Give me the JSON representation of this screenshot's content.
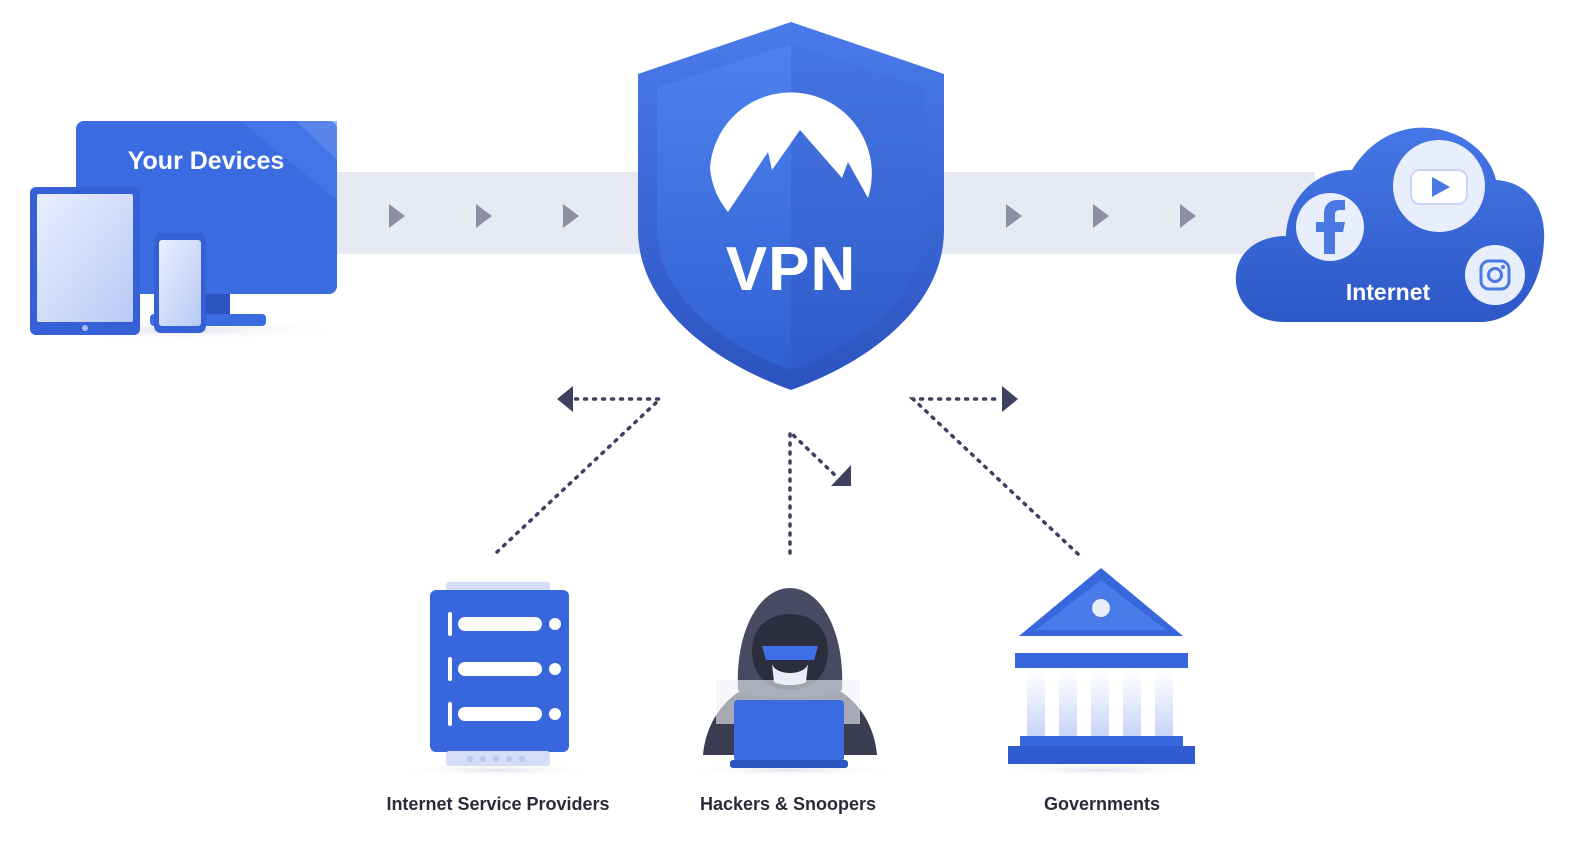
{
  "devices": {
    "label": "Your Devices"
  },
  "vpn": {
    "label": "VPN"
  },
  "internet": {
    "label": "Internet",
    "services": [
      "facebook-icon",
      "youtube-icon",
      "instagram-icon"
    ]
  },
  "threats": [
    {
      "id": "isp",
      "label": "Internet Service Providers",
      "icon": "server-icon"
    },
    {
      "id": "hackers",
      "label": "Hackers & Snoopers",
      "icon": "hacker-icon"
    },
    {
      "id": "gov",
      "label": "Governments",
      "icon": "government-building-icon"
    }
  ],
  "colors": {
    "primary": "#3d6fe0",
    "primary_dark": "#2d55c2",
    "primary_light": "#5b8bf0",
    "tunnel": "#e7eaf3",
    "arrow": "#8a8fa3",
    "dots": "#3e4060",
    "text": "#2a2a3a"
  }
}
